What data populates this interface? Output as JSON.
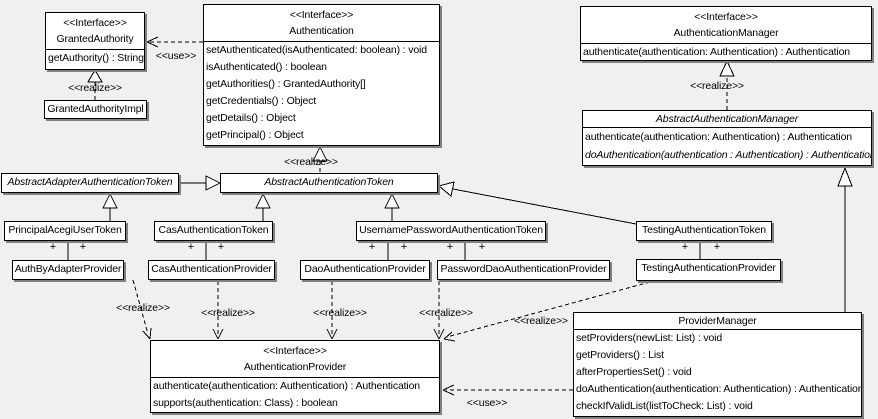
{
  "colors": {
    "background": "#f0f0f0",
    "box_fill": "#ffffff",
    "border": "#000000",
    "shadow": "#808080",
    "text": "#000000"
  },
  "labels": {
    "realize": "<<realize>>",
    "use": "<<use>>",
    "plus": "+"
  },
  "classes": {
    "granted_authority": {
      "stereotype": "<<Interface>>",
      "name": "GrantedAuthority",
      "methods": [
        "getAuthority() : String"
      ]
    },
    "authentication": {
      "stereotype": "<<Interface>>",
      "name": "Authentication",
      "methods": [
        "setAuthenticated(isAuthenticated: boolean) : void",
        "isAuthenticated() : boolean",
        "getAuthorities() : GrantedAuthority[]",
        "getCredentials() : Object",
        "getDetails() : Object",
        "getPrincipal() : Object"
      ]
    },
    "authentication_manager": {
      "stereotype": "<<Interface>>",
      "name": "AuthenticationManager",
      "methods": [
        "authenticate(authentication: Authentication) : Authentication"
      ]
    },
    "granted_authority_impl": {
      "name": "GrantedAuthorityImpl"
    },
    "abstract_authentication_manager": {
      "name": "AbstractAuthenticationManager",
      "methods": [
        "authenticate(authentication: Authentication) : Authentication",
        "doAuthentication(authentication : Authentication) : Authentication"
      ]
    },
    "abstract_adapter_authentication_token": {
      "name": "AbstractAdapterAuthenticationToken"
    },
    "abstract_authentication_token": {
      "name": "AbstractAuthenticationToken"
    },
    "principal_acegi_user_token": {
      "name": "PrincipalAcegiUserToken"
    },
    "cas_authentication_token": {
      "name": "CasAuthenticationToken"
    },
    "username_password_authentication_token": {
      "name": "UsernamePasswordAuthenticationToken"
    },
    "testing_authentication_token": {
      "name": "TestingAuthenticationToken"
    },
    "auth_by_adapter_provider": {
      "name": "AuthByAdapterProvider"
    },
    "cas_authentication_provider": {
      "name": "CasAuthenticationProvider"
    },
    "dao_authentication_provider": {
      "name": "DaoAuthenticationProvider"
    },
    "password_dao_authentication_provider": {
      "name": "PasswordDaoAuthenticationProvider"
    },
    "testing_authentication_provider": {
      "name": "TestingAuthenticationProvider"
    },
    "authentication_provider": {
      "stereotype": "<<Interface>>",
      "name": "AuthenticationProvider",
      "methods": [
        "authenticate(authentication: Authentication) : Authentication",
        "supports(authentication: Class) : boolean"
      ]
    },
    "provider_manager": {
      "name": "ProviderManager",
      "methods": [
        "setProviders(newList: List) : void",
        "getProviders() : List",
        "afterPropertiesSet() : void",
        "doAuthentication(authentication: Authentication) : Authentication",
        "checkIfValidList(listToCheck: List) : void"
      ]
    }
  }
}
